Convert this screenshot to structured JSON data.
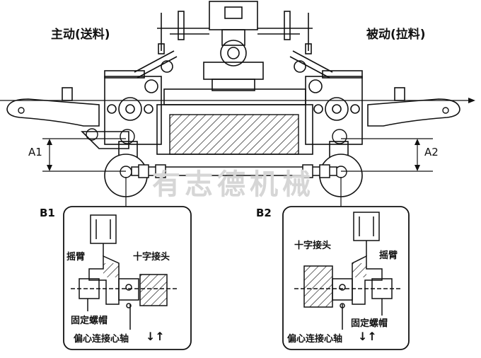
{
  "labels": {
    "drive_side": "主动(送料)",
    "driven_side": "被动(拉料)",
    "dim_left": "A1",
    "dim_right": "A2",
    "box_left": "B1",
    "box_right": "B2"
  },
  "detail_left": {
    "rocker_arm": "摇臂",
    "cross_joint": "十字接头",
    "lock_nut": "固定螺帽",
    "eccentric_shaft": "偏心连接心轴"
  },
  "detail_right": {
    "rocker_arm": "摇臂",
    "cross_joint": "十字接头",
    "lock_nut": "固定螺帽",
    "eccentric_shaft": "偏心连接心轴"
  },
  "watermark": "有志德机械",
  "arrows": "↓↑"
}
